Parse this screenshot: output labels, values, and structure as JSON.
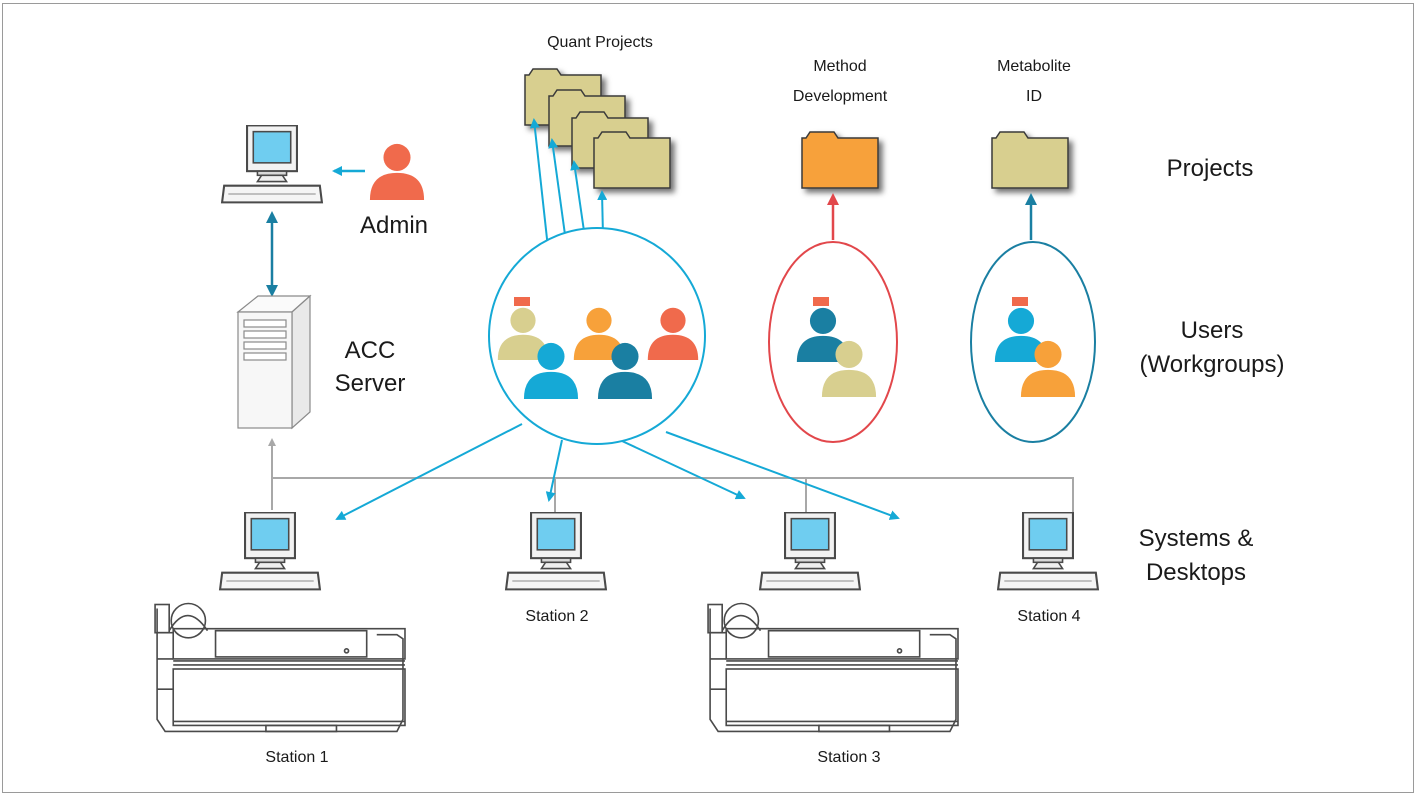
{
  "labels": {
    "quant_projects": "Quant Projects",
    "method_dev_line1": "Method",
    "method_dev_line2": "Development",
    "metabolite_line1": "Metabolite",
    "metabolite_line2": "ID",
    "projects": "Projects",
    "admin": "Admin",
    "acc_server_line1": "ACC",
    "acc_server_line2": "Server",
    "users_line1": "Users",
    "users_line2": "(Workgroups)",
    "systems_line1": "Systems &",
    "systems_line2": "Desktops",
    "station1": "Station 1",
    "station2": "Station 2",
    "station3": "Station 3",
    "station4": "Station 4"
  },
  "colors": {
    "cyan": "#15a9d6",
    "teal": "#1a7fa2",
    "red": "#e2474b",
    "orange_folder": "#f7a13a",
    "tan_folder": "#d8cf8f",
    "admin_orange": "#f06a4c",
    "grey_line": "#9b9b9b",
    "monitor_screen": "#6fcdf0"
  },
  "icons": {
    "admin_person": "person-icon",
    "monitor": "desktop-computer-icon",
    "server": "server-tower-icon",
    "folder": "folder-icon",
    "instrument": "mass-spectrometer-icon"
  }
}
